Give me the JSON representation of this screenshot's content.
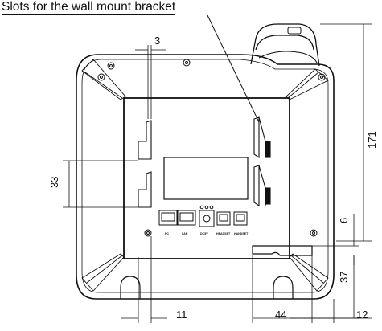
{
  "title": "Slots for the wall mount bracket",
  "dimensions": {
    "slot_width": "3",
    "slot_spacing": "33",
    "height": "171",
    "hook_gap": "6",
    "hook_height": "37",
    "left_offset": "11",
    "right_offset": "44",
    "edge_offset": "12"
  },
  "port_labels": {
    "pc": "PC",
    "lan": "LAN",
    "power": "DC5V",
    "headset": "HEADSET",
    "handset": "HANDSET"
  }
}
